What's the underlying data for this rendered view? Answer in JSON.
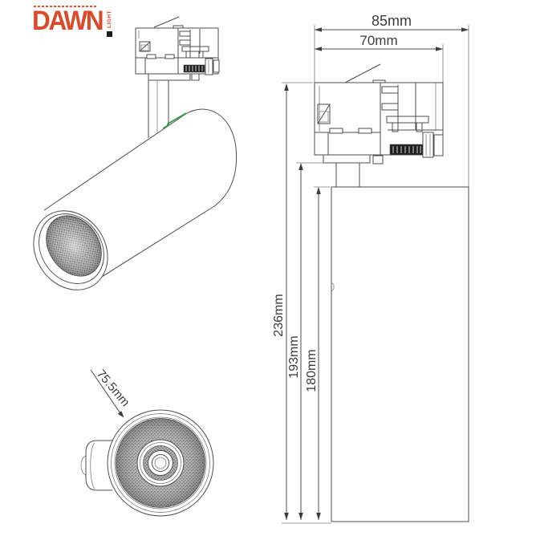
{
  "logo": {
    "brand": "DAWN",
    "sub": "LIGHT"
  },
  "dims": {
    "d85": "85mm",
    "d70": "70mm",
    "d236": "236mm",
    "d193": "193mm",
    "d180": "180mm",
    "d75": "75.5mm"
  },
  "colors": {
    "logo_accent": "#DD4A2B",
    "line": "#4d4d4d",
    "green_accent": "#2f9e44",
    "background": "#ffffff"
  }
}
